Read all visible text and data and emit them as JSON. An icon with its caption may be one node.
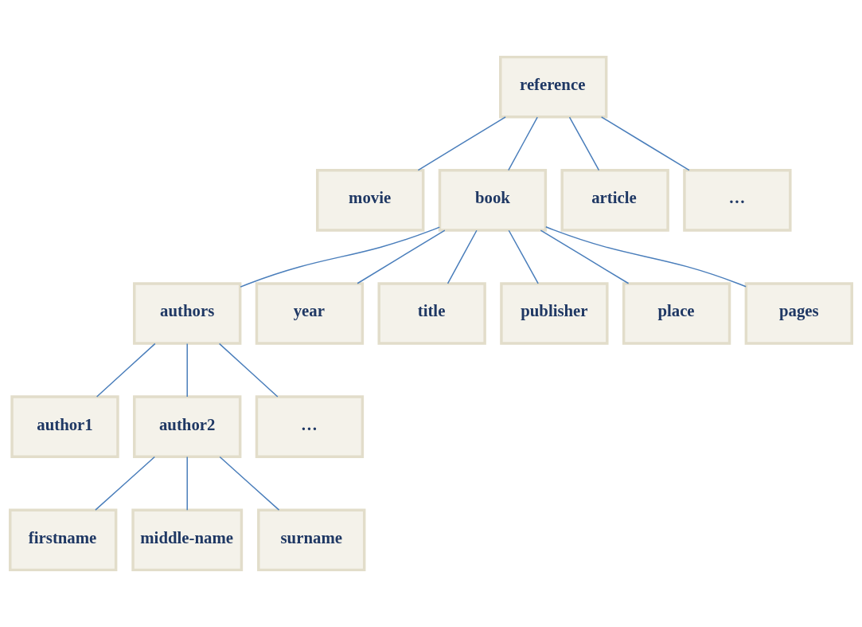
{
  "diagram": {
    "nodes": [
      {
        "text": [
          "reference"
        ]
      },
      {
        "text": [
          "movie"
        ]
      },
      {
        "text": [
          "book"
        ]
      },
      {
        "text": [
          "article"
        ]
      },
      {
        "text": [
          "…"
        ]
      },
      {
        "text": [
          "authors"
        ]
      },
      {
        "text": [
          "year"
        ]
      },
      {
        "text": [
          "title"
        ]
      },
      {
        "text": [
          "publisher"
        ]
      },
      {
        "text": [
          "place"
        ]
      },
      {
        "text": [
          "pages"
        ]
      },
      {
        "text": [
          "author1"
        ]
      },
      {
        "text": [
          "author2"
        ]
      },
      {
        "text": [
          "…"
        ]
      },
      {
        "text": [
          "firstname"
        ]
      },
      {
        "text": [
          "middle-name"
        ]
      },
      {
        "text": [
          "surname"
        ]
      }
    ],
    "edges": [
      {
        "from": 0,
        "to": 1,
        "arrow": "none"
      },
      {
        "from": 0,
        "to": 2,
        "arrow": "none"
      },
      {
        "from": 0,
        "to": 3,
        "arrow": "none"
      },
      {
        "from": 0,
        "to": 4,
        "arrow": "none"
      },
      {
        "from": 2,
        "to": 5,
        "arrow": "none"
      },
      {
        "from": 2,
        "to": 6,
        "arrow": "none"
      },
      {
        "from": 2,
        "to": 7,
        "arrow": "none"
      },
      {
        "from": 2,
        "to": 8,
        "arrow": "none"
      },
      {
        "from": 2,
        "to": 9,
        "arrow": "none"
      },
      {
        "from": 2,
        "to": 10,
        "arrow": "none"
      },
      {
        "from": 5,
        "to": 11,
        "arrow": "none"
      },
      {
        "from": 5,
        "to": 12,
        "arrow": "none"
      },
      {
        "from": 5,
        "to": 13,
        "arrow": "none"
      },
      {
        "from": 12,
        "to": 14,
        "arrow": "none"
      },
      {
        "from": 12,
        "to": 15,
        "arrow": "none"
      },
      {
        "from": 12,
        "to": 16,
        "arrow": "none"
      }
    ]
  }
}
